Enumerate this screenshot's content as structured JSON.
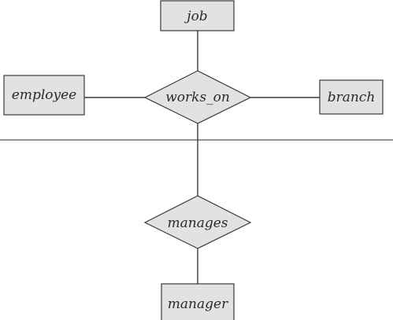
{
  "diagram": {
    "entities": {
      "job": "job",
      "employee": "employee",
      "branch": "branch",
      "manager": "manager"
    },
    "relationships": {
      "works_on": "works_on",
      "manages": "manages"
    },
    "colors": {
      "fill": "#e2e2e2",
      "stroke": "#3a3a3a",
      "text": "#2a2a2a",
      "background": "#ffffff"
    }
  }
}
